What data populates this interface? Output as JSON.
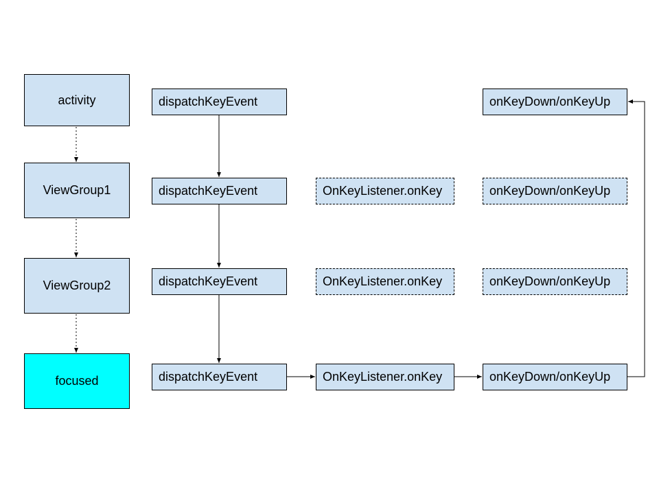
{
  "hierarchy": {
    "activity": "activity",
    "viewgroup1": "ViewGroup1",
    "viewgroup2": "ViewGroup2",
    "focused": "focused"
  },
  "dispatch": {
    "activity": "dispatchKeyEvent",
    "viewgroup1": "dispatchKeyEvent",
    "viewgroup2": "dispatchKeyEvent",
    "focused": "dispatchKeyEvent"
  },
  "listener": {
    "viewgroup1": "OnKeyListener.onKey",
    "viewgroup2": "OnKeyListener.onKey",
    "focused": "OnKeyListener.onKey"
  },
  "keydown": {
    "activity": "onKeyDown/onKeyUp",
    "viewgroup1": "onKeyDown/onKeyUp",
    "viewgroup2": "onKeyDown/onKeyUp",
    "focused": "onKeyDown/onKeyUp"
  },
  "colors": {
    "box_fill": "#cfe2f3",
    "focused_fill": "#00ffff",
    "stroke": "#000000"
  }
}
